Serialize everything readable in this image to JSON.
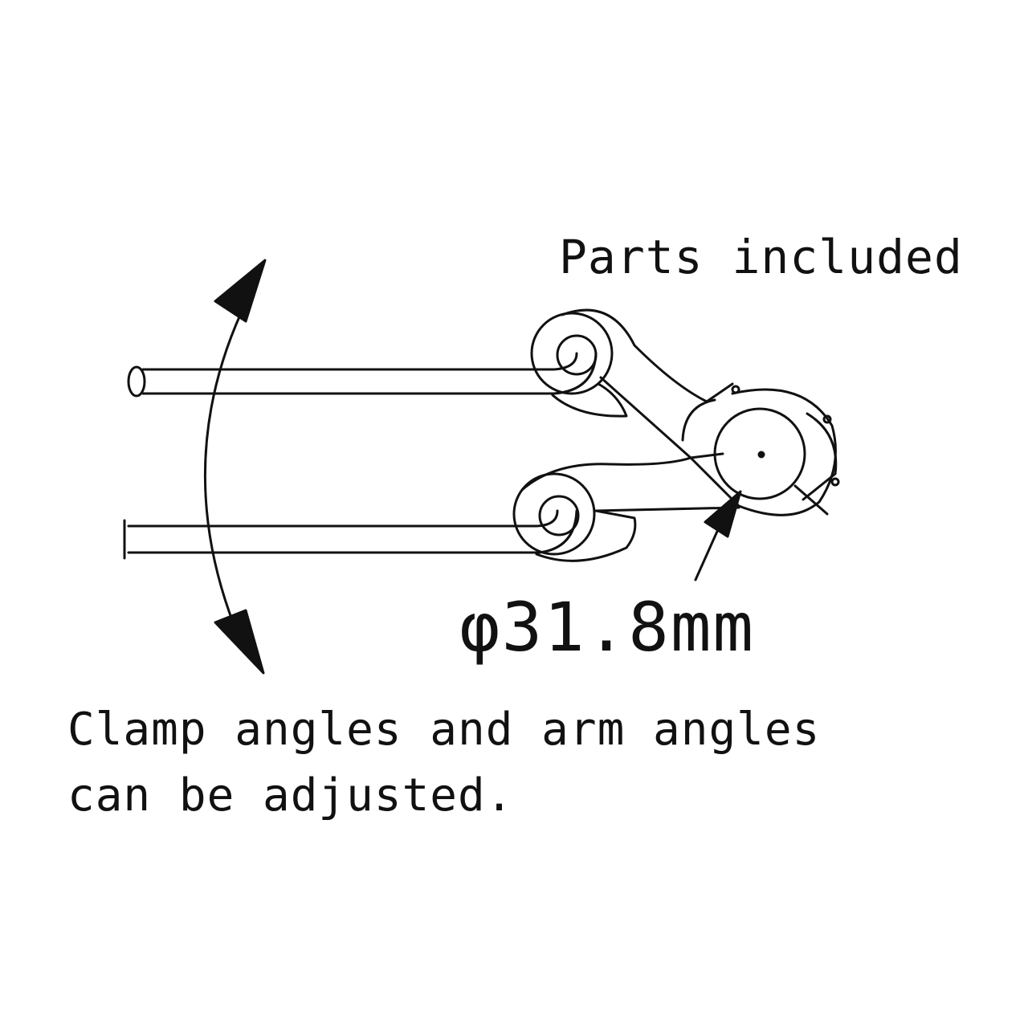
{
  "labels": {
    "parts_included": "Parts included",
    "diameter": "φ31.8mm",
    "caption_line1": "Clamp angles and arm angles",
    "caption_line2": "can be adjusted."
  },
  "colors": {
    "line": "#111111",
    "background": "#ffffff"
  },
  "icons": [
    "rotation-arc-arrow-icon",
    "leader-arrow-icon"
  ]
}
